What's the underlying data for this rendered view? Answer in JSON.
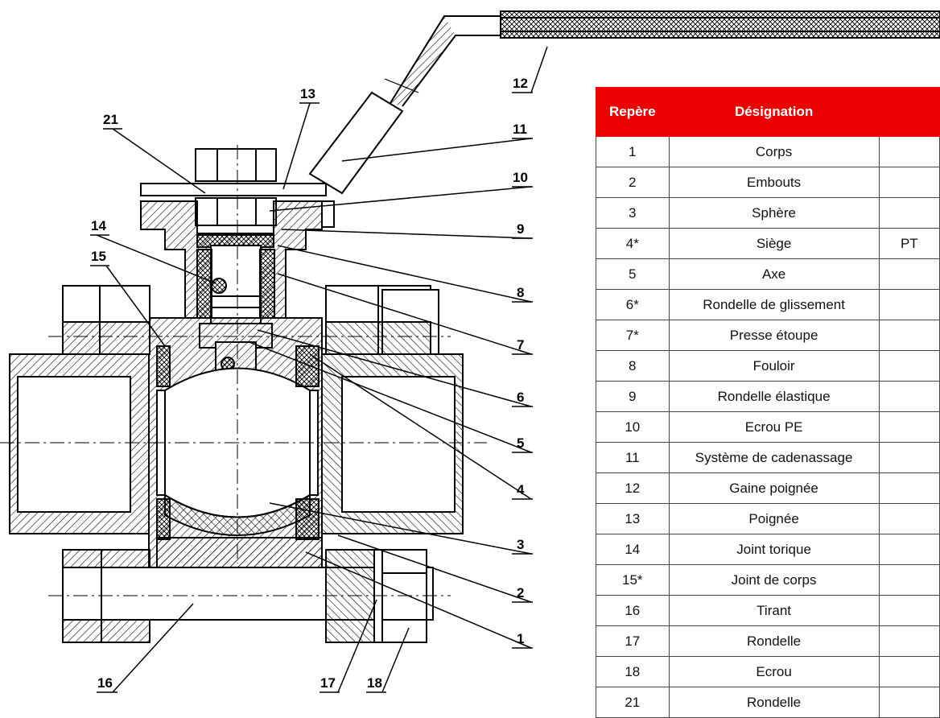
{
  "drawing": {
    "callouts": [
      "21",
      "13",
      "12",
      "11",
      "10",
      "9",
      "14",
      "15",
      "8",
      "7",
      "6",
      "5",
      "4",
      "3",
      "2",
      "1",
      "16",
      "17",
      "18"
    ]
  },
  "table": {
    "headers": [
      "Repère",
      "Désignation",
      ""
    ],
    "rows": [
      [
        "1",
        "Corps",
        ""
      ],
      [
        "2",
        "Embouts",
        ""
      ],
      [
        "3",
        "Sphère",
        ""
      ],
      [
        "4*",
        "Siège",
        "PT"
      ],
      [
        "5",
        "Axe",
        ""
      ],
      [
        "6*",
        "Rondelle de glissement",
        ""
      ],
      [
        "7*",
        "Presse étoupe",
        ""
      ],
      [
        "8",
        "Fouloir",
        ""
      ],
      [
        "9",
        "Rondelle élastique",
        ""
      ],
      [
        "10",
        "Ecrou PE",
        ""
      ],
      [
        "11",
        "Système de cadenassage",
        ""
      ],
      [
        "12",
        "Gaine poignée",
        ""
      ],
      [
        "13",
        "Poignée",
        ""
      ],
      [
        "14",
        "Joint torique",
        ""
      ],
      [
        "15*",
        "Joint de corps",
        ""
      ],
      [
        "16",
        "Tirant",
        ""
      ],
      [
        "17",
        "Rondelle",
        ""
      ],
      [
        "18",
        "Ecrou",
        ""
      ],
      [
        "21",
        "Rondelle",
        ""
      ]
    ]
  },
  "colors": {
    "header_bg": "#ee0000",
    "header_text": "#ffffff",
    "line": "#000000"
  }
}
